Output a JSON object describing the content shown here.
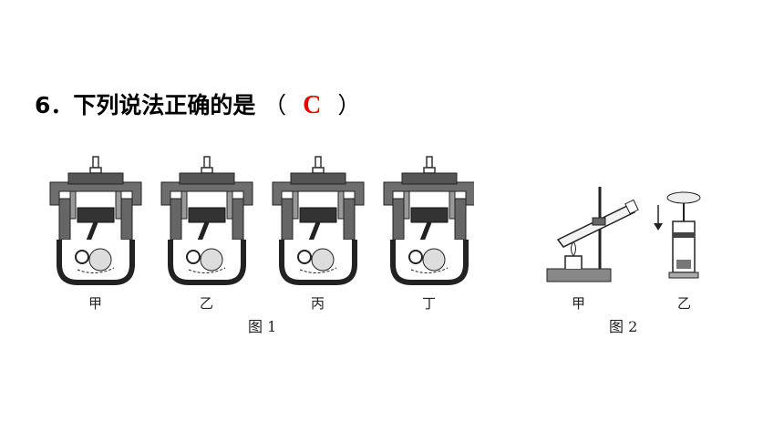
{
  "question": {
    "number": "6",
    "text": "．下列说法正确的是",
    "open_paren": "（",
    "answer": "C",
    "close_paren": "）"
  },
  "figure1": {
    "caption": "图 1",
    "labels": [
      "甲",
      "乙",
      "丙",
      "丁"
    ]
  },
  "figure2": {
    "caption": "图 2",
    "labels": [
      "甲",
      "乙"
    ]
  }
}
